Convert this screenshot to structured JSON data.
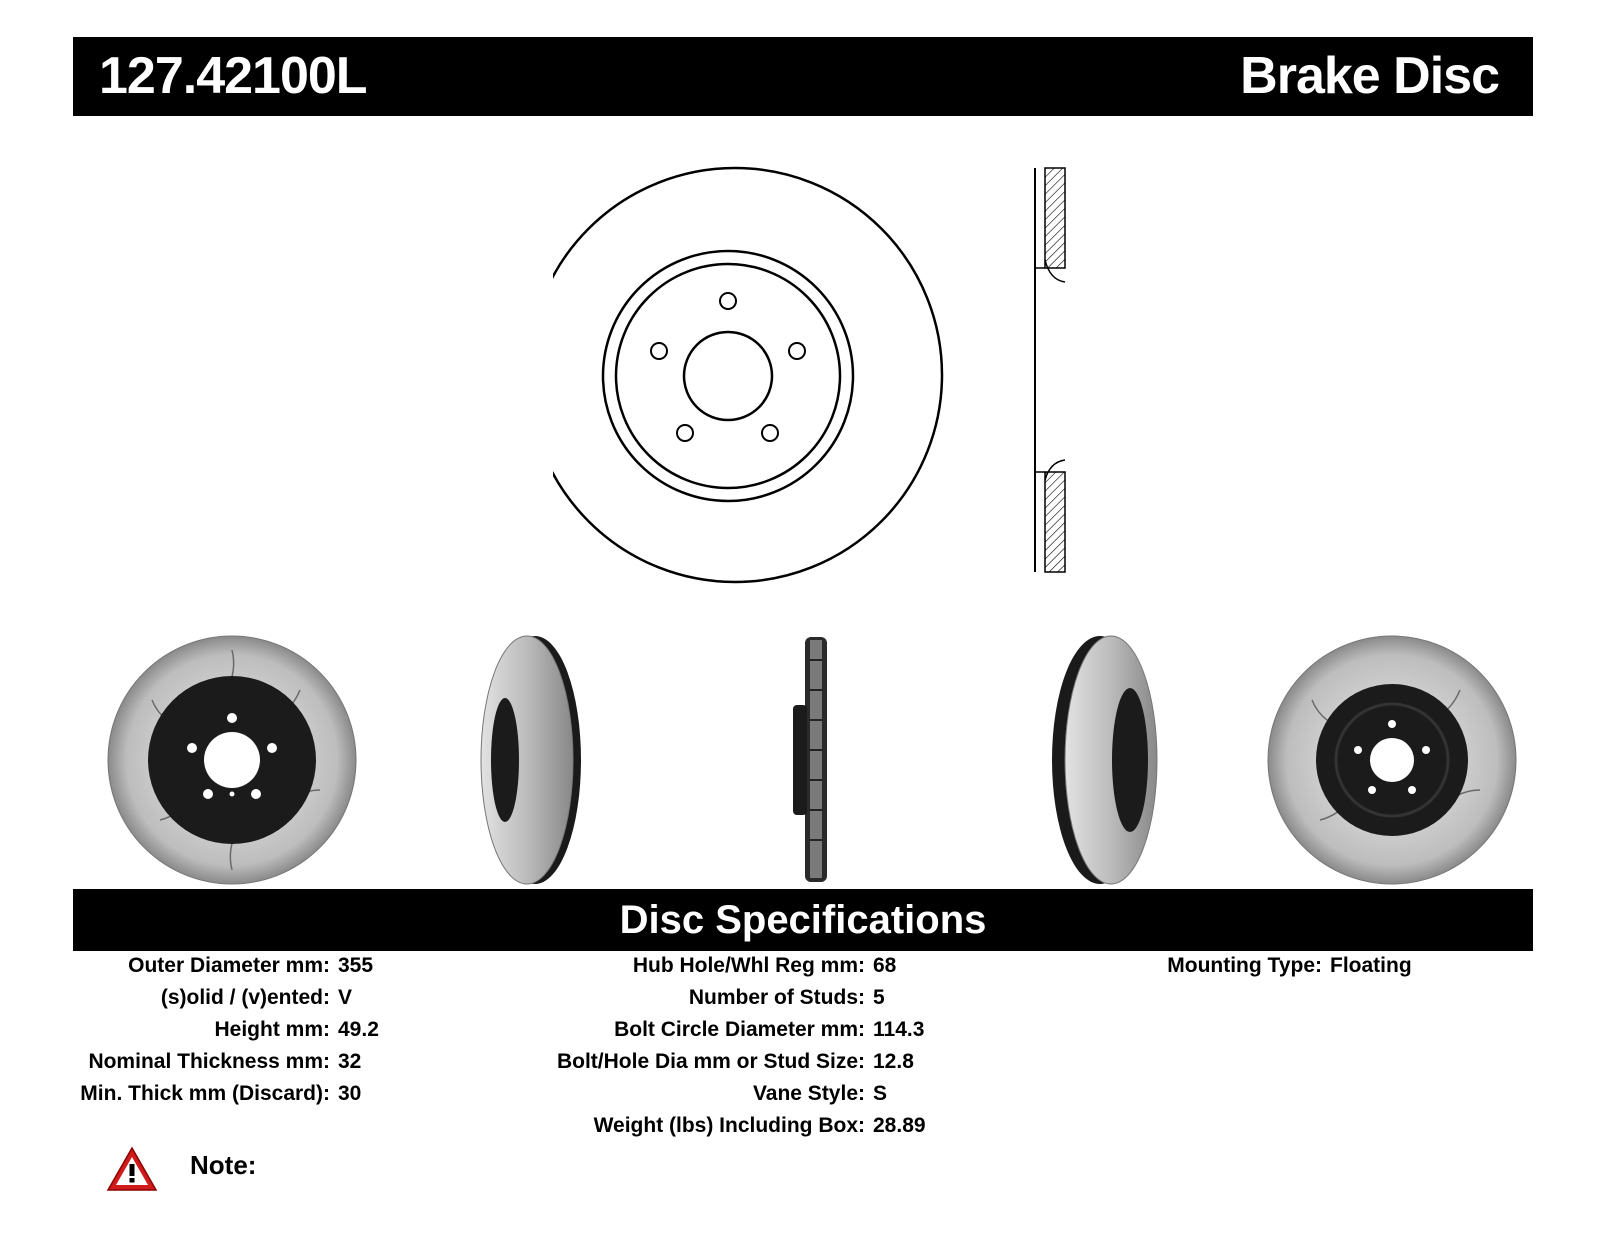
{
  "header": {
    "part_number": "127.42100L",
    "title": "Brake Disc"
  },
  "specifications": {
    "title": "Disc Specifications",
    "column1": [
      {
        "label": "Outer Diameter mm:",
        "value": "355"
      },
      {
        "label": "(s)olid / (v)ented:",
        "value": "V"
      },
      {
        "label": "Height mm:",
        "value": "49.2"
      },
      {
        "label": "Nominal Thickness mm:",
        "value": "32"
      },
      {
        "label": "Min. Thick mm (Discard):",
        "value": "30"
      }
    ],
    "column2": [
      {
        "label": "Hub Hole/Whl Reg mm:",
        "value": "68"
      },
      {
        "label": "Number of Studs:",
        "value": "5"
      },
      {
        "label": "Bolt Circle Diameter mm:",
        "value": "114.3"
      },
      {
        "label": "Bolt/Hole Dia mm or Stud Size:",
        "value": "12.8"
      },
      {
        "label": "Vane Style:",
        "value": "S"
      },
      {
        "label": "Weight (lbs) Including Box:",
        "value": "28.89"
      }
    ],
    "column3": [
      {
        "label": "Mounting Type:",
        "value": "Floating"
      }
    ]
  },
  "note": {
    "label": "Note:"
  },
  "icons": {
    "warning": "warning-triangle-icon"
  },
  "colors": {
    "bar": "#000000",
    "warning_red": "#d11a1a"
  }
}
